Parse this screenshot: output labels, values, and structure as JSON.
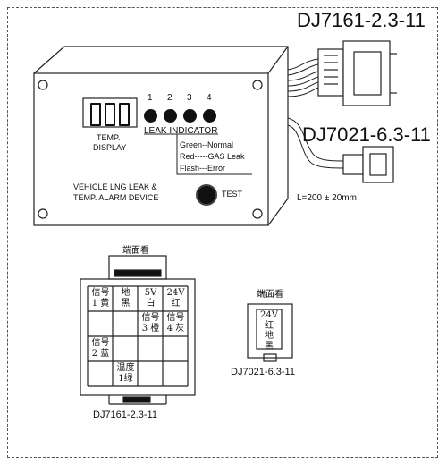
{
  "connector_main_label": "DJ7161-2.3-11",
  "connector_aux_label": "DJ7021-6.3-11",
  "cable_length": "L=200 ± 20mm",
  "device": {
    "temp_display_label_line1": "TEMP.",
    "temp_display_label_line2": "DISPLAY",
    "led_numbers": [
      "1",
      "2",
      "3",
      "4"
    ],
    "leak_indicator_label": "LEAK INDICATOR",
    "legend": [
      "Green--Normal",
      "Red-----GAS Leak",
      "Flash---Error"
    ],
    "device_name_line1": "VEHICLE LNG LEAK &",
    "device_name_line2": "TEMP. ALARM DEVICE",
    "test_label": "TEST"
  },
  "pinout_main": {
    "view_label": "端面看",
    "pins": {
      "p1": "信号\n1 黄",
      "p2": "地\n黑",
      "p3": "5V\n白",
      "p4": "24V\n红",
      "p5": "信号\n3 橙",
      "p6": "信号\n4 灰",
      "p7": "信号\n2 蓝",
      "p8": "温度\n1绿"
    },
    "caption": "DJ7161-2.3-11"
  },
  "pinout_aux": {
    "view_label": "端面看",
    "pins": {
      "p1": "24V\n红",
      "p2": "地\n黑"
    },
    "caption": "DJ7021-6.3-11"
  }
}
